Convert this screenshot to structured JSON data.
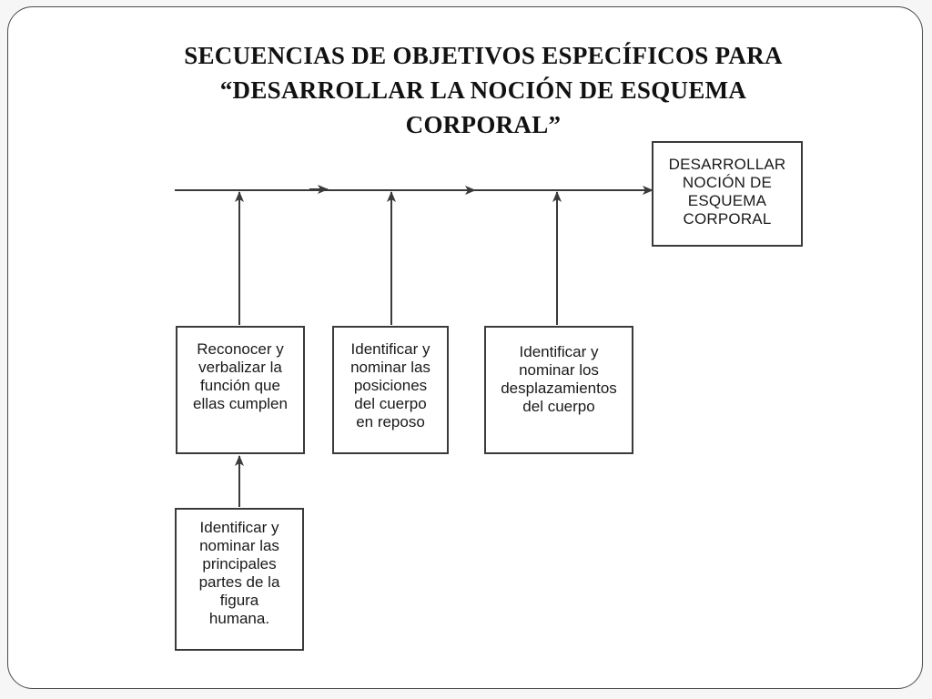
{
  "title": {
    "line1": "SECUENCIAS DE OBJETIVOS ESPECÍFICOS PARA",
    "line2": "“DESARROLLAR LA NOCIÓN DE ESQUEMA",
    "line3": "CORPORAL”"
  },
  "goal": {
    "lines": [
      "DESARROLLAR",
      "NOCIÓN DE",
      "ESQUEMA",
      "CORPORAL"
    ]
  },
  "objectives": [
    {
      "lines": [
        "Reconocer y",
        "verbalizar la",
        "función que",
        "ellas cumplen"
      ]
    },
    {
      "lines": [
        "Identificar y",
        "nominar las",
        "posiciones",
        "del cuerpo",
        "en reposo"
      ]
    },
    {
      "lines": [
        "Identificar y",
        "nominar los",
        "desplazamientos",
        "del cuerpo"
      ]
    },
    {
      "lines": [
        "Identificar y",
        "nominar las",
        "principales",
        "partes de la",
        "figura",
        "humana."
      ]
    }
  ],
  "colors": {
    "line": "#3a3a3a",
    "text": "#111111",
    "border": "#4a4a4a"
  }
}
